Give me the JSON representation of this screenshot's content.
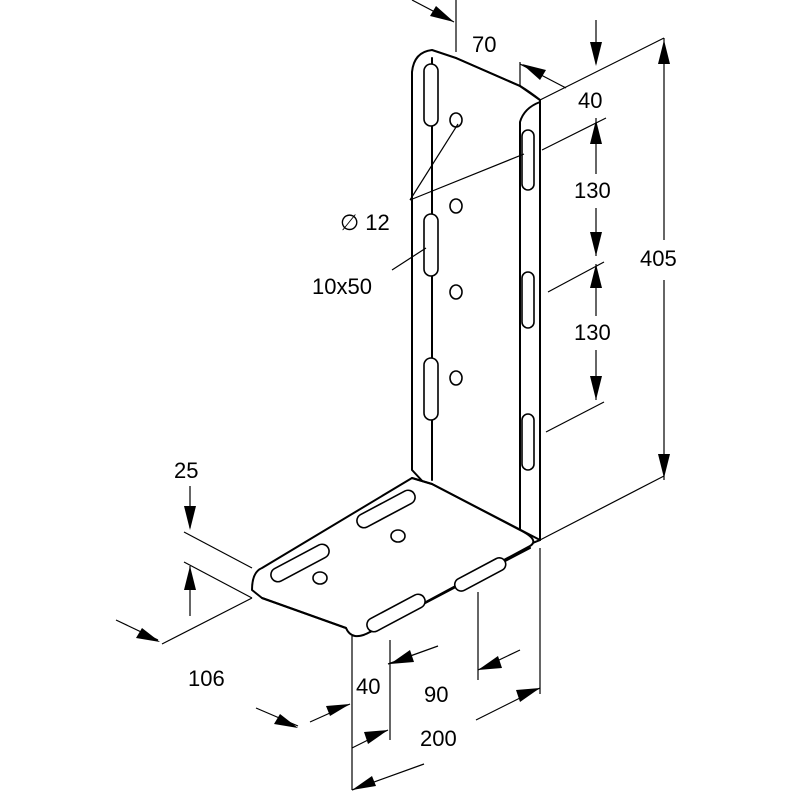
{
  "drawing": {
    "labels": {
      "top_width": "70",
      "slot_offset_top": "40",
      "slot_pitch_1": "130",
      "slot_pitch_2": "130",
      "height": "405",
      "hole_diameter": "∅ 12",
      "slot_size": "10x50",
      "flange_height": "25",
      "base_depth": "106",
      "base_slot_offset": "40",
      "base_slot_pitch": "90",
      "base_width": "200"
    }
  }
}
